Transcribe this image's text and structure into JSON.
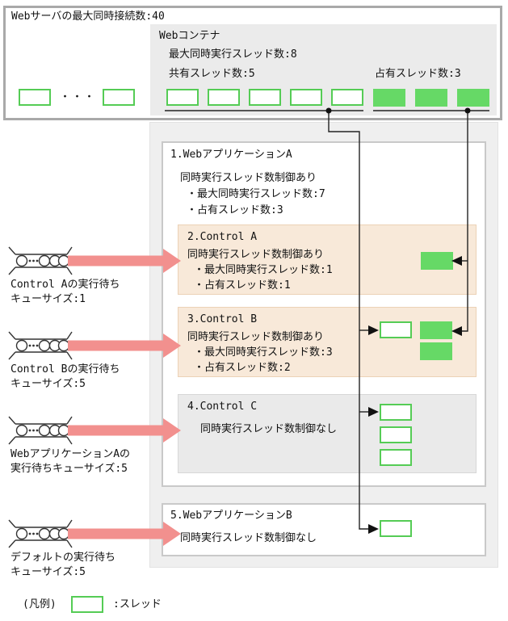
{
  "colors": {
    "thread_green_fill": "#66d966",
    "thread_green_border": "#55cc55",
    "control_tan_bg": "#f8e9d9",
    "queue_arrow_pink": "#f2908e",
    "container_gray": "#efefef",
    "web_container_gray": "#ebebeb"
  },
  "server_box": {
    "title": "Webサーバの最大同時接続数:40",
    "ellipsis": "・・・",
    "web_container": {
      "title": "Webコンテナ",
      "max_threads": "最大同時実行スレッド数:8",
      "shared_threads": "共有スレッド数:5",
      "dedicated_threads": "占有スレッド数:3"
    }
  },
  "thread_counts": {
    "server_visible_left": 1,
    "server_visible_right": 1,
    "container_shared": 5,
    "container_dedicated": 3,
    "control_a_dedicated": 1,
    "control_b_shared": 1,
    "control_b_dedicated": 2,
    "control_c_shared": 3,
    "app_b_shared": 1
  },
  "app_a": {
    "title": "1.WebアプリケーションA",
    "control_mode": "同時実行スレッド数制御あり",
    "bullets": [
      "・最大同時実行スレッド数:7",
      "・占有スレッド数:3"
    ],
    "controls": [
      {
        "title": "2.Control A",
        "control_mode": "同時実行スレッド数制御あり",
        "bullets": [
          "・最大同時実行スレッド数:1",
          "・占有スレッド数:1"
        ]
      },
      {
        "title": "3.Control B",
        "control_mode": "同時実行スレッド数制御あり",
        "bullets": [
          "・最大同時実行スレッド数:3",
          "・占有スレッド数:2"
        ]
      },
      {
        "title": "4.Control C",
        "control_mode": "同時実行スレッド数制御なし",
        "bullets": []
      }
    ]
  },
  "app_b": {
    "title": "5.WebアプリケーションB",
    "control_mode": "同時実行スレッド数制御なし"
  },
  "queues": [
    {
      "label_line1": "Control Aの実行待ち",
      "label_line2": "キューサイズ:1"
    },
    {
      "label_line1": "Control Bの実行待ち",
      "label_line2": "キューサイズ:5"
    },
    {
      "label_line1": "WebアプリケーションAの",
      "label_line2": "実行待ちキューサイズ:5"
    },
    {
      "label_line1": "デフォルトの実行待ち",
      "label_line2": "キューサイズ:5"
    }
  ],
  "legend": {
    "prefix": "(凡例)",
    "label": ":スレッド"
  }
}
